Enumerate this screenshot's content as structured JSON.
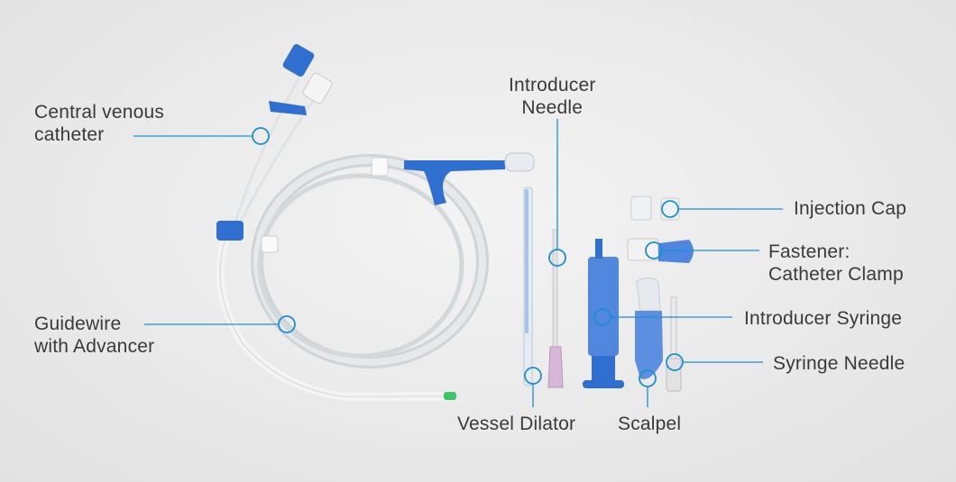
{
  "labels": {
    "central_venous_catheter": [
      "Central venous",
      "catheter"
    ],
    "guidewire_with_advancer": [
      "Guidewire",
      "with Advancer"
    ],
    "introducer_needle": [
      "Introducer",
      "Needle"
    ],
    "vessel_dilator": "Vessel Dilator",
    "scalpel": "Scalpel",
    "injection_cap": "Injection Cap",
    "fastener_catheter_clamp": [
      "Fastener:",
      "Catheter Clamp"
    ],
    "introducer_syringe": "Introducer Syringe",
    "syringe_needle": "Syringe Needle"
  },
  "colors": {
    "callout": "#1a8fd6",
    "background": "#ececec",
    "label_text": "#3a3a3a",
    "device_blue": "#2f6fd0",
    "tube_clear": "#d9dde0"
  }
}
